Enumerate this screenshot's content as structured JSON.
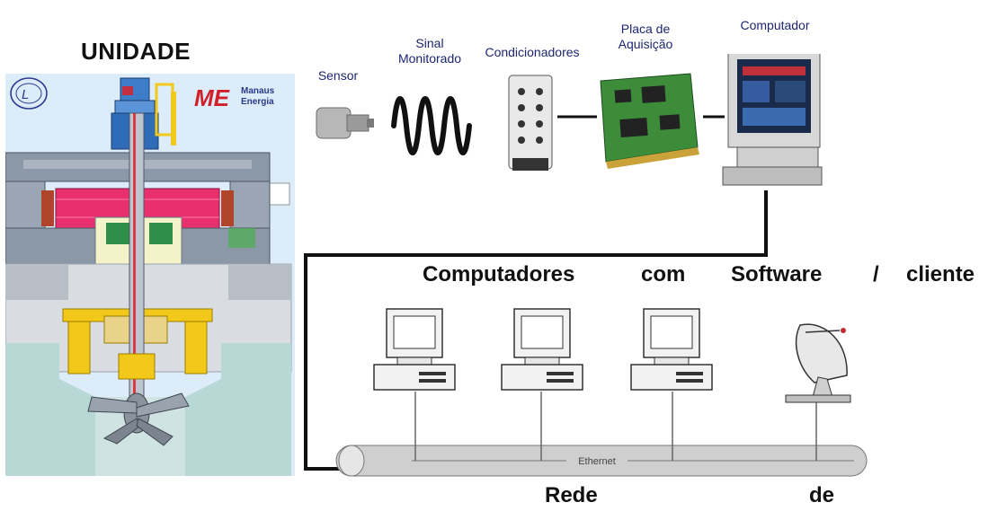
{
  "unit": {
    "title_top": "UNIDADE",
    "logo_brand_line1": "Manaus",
    "logo_brand_line2": "Energia",
    "logo_brand_mark": "ME"
  },
  "acquisition": {
    "sensor": "Sensor",
    "signal": "Sinal\nMonitorado",
    "conditioners": "Condicionadores",
    "board": "Placa de\nAquisição",
    "computer": "Computador"
  },
  "network": {
    "heading": [
      "Computadores",
      "com",
      "Software",
      "/",
      "cliente"
    ],
    "bus_label": "Ethernet",
    "footer": [
      "Rede",
      "de"
    ]
  },
  "colors": {
    "panel_bg": "#dcecf8",
    "rotor_magenta": "#e8306e",
    "bearing_yellow": "#f2c81a",
    "label_blue": "#1c2670",
    "turbine_teal": "#b8d8d6"
  }
}
